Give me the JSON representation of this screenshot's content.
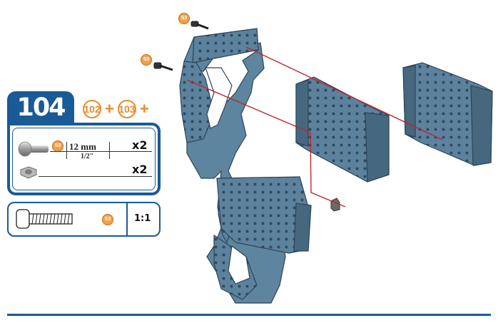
{
  "step": {
    "number": "104",
    "prerequisites": [
      {
        "label": "102"
      },
      {
        "label": "103"
      }
    ],
    "plus": "+"
  },
  "parts": {
    "screw": {
      "code": "S3",
      "length": "12 mm",
      "length_in": "1/2\"",
      "quantity": "x2"
    },
    "nut": {
      "quantity": "x2"
    }
  },
  "scale": {
    "code": "S3",
    "ratio": "1:1"
  },
  "callouts": {
    "top_screw": "S3",
    "left_screw": "S3"
  },
  "colors": {
    "accent": "#1a5a96",
    "badge": "#e98a2c",
    "part": "#5a7f9b",
    "guide_line": "#c0262a"
  }
}
